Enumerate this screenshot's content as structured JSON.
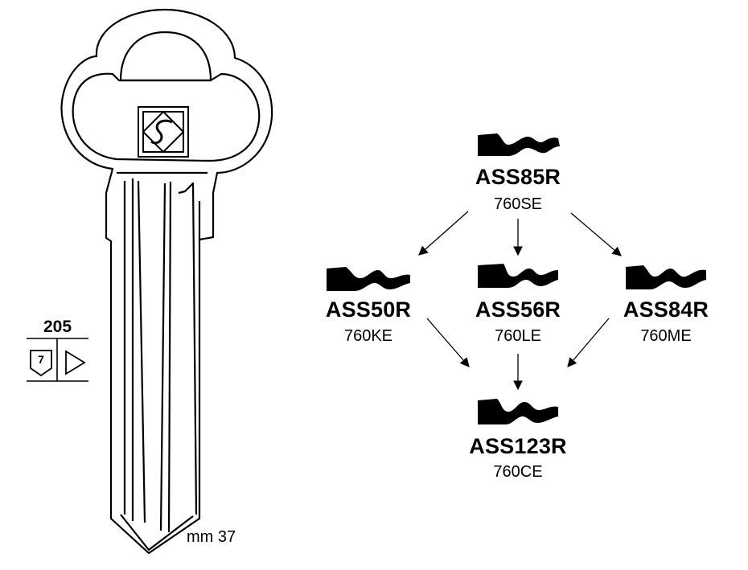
{
  "key": {
    "number": "205",
    "length_label": "mm 37",
    "pin_badge": "7",
    "logo_icon": "brand-s-logo-icon",
    "direction_icon": "triangle-right-icon"
  },
  "profiles": {
    "top": {
      "code": "ASS85R",
      "ref": "760SE"
    },
    "left": {
      "code": "ASS50R",
      "ref": "760KE"
    },
    "center": {
      "code": "ASS56R",
      "ref": "760LE"
    },
    "right": {
      "code": "ASS84R",
      "ref": "760ME"
    },
    "bottom": {
      "code": "ASS123R",
      "ref": "760CE"
    }
  }
}
